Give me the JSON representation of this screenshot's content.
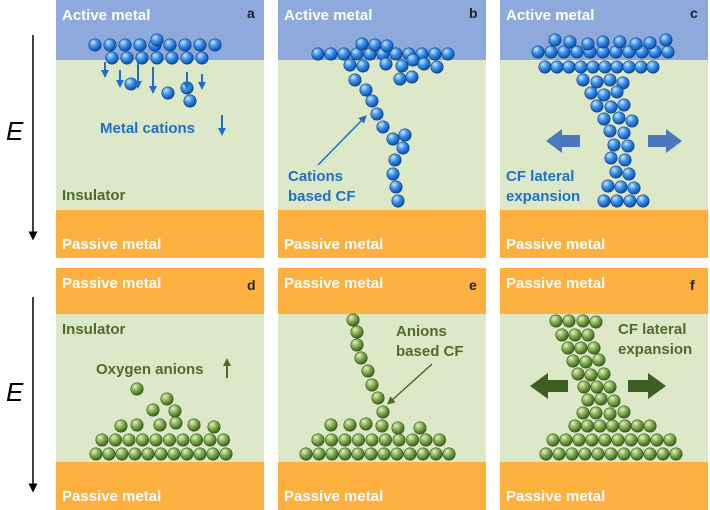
{
  "colors": {
    "active_metal": "#8EA9DB",
    "passive_metal": "#FBB040",
    "insulator": "#DDE8C9",
    "cation": "#1F7BD8",
    "anion": "#6E9A3A",
    "label_on_metal": "#FFFFFF",
    "cation_text": "#1F6FC4",
    "anion_text": "#4E6B2A",
    "cation_arrow": "#4A77BD",
    "anion_arrow": "#3F5F22"
  },
  "axis_label": "E",
  "panels": [
    {
      "id": "a",
      "letter": "a",
      "top_layer": "Active metal",
      "bottom_layer": "Passive metal",
      "middle_label": "Insulator",
      "annotation": "Metal cations"
    },
    {
      "id": "b",
      "letter": "b",
      "top_layer": "Active metal",
      "bottom_layer": "Passive metal",
      "annotation_line1": "Cations",
      "annotation_line2": "based CF"
    },
    {
      "id": "c",
      "letter": "c",
      "top_layer": "Active metal",
      "bottom_layer": "Passive metal",
      "annotation_line1": "CF lateral",
      "annotation_line2": "expansion"
    },
    {
      "id": "d",
      "letter": "d",
      "top_layer": "Passive metal",
      "bottom_layer": "Passive metal",
      "middle_label": "Insulator",
      "annotation": "Oxygen anions"
    },
    {
      "id": "e",
      "letter": "e",
      "top_layer": "Passive metal",
      "bottom_layer": "Passive metal",
      "annotation_line1": "Anions",
      "annotation_line2": "based CF"
    },
    {
      "id": "f",
      "letter": "f",
      "top_layer": "Passive metal",
      "bottom_layer": "Passive metal",
      "annotation_line1": "CF lateral",
      "annotation_line2": "expansion"
    }
  ]
}
